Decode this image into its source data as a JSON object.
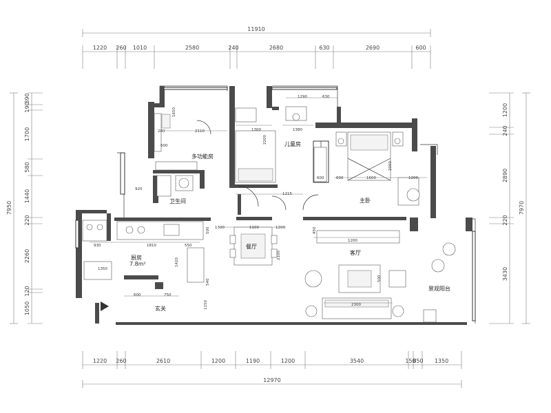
{
  "plan": {
    "top_total": "11910",
    "top_segments": [
      "1220",
      "260",
      "1010",
      "2580",
      "240",
      "2680",
      "630",
      "2690",
      "600"
    ],
    "bottom_total": "12970",
    "bottom_segments": [
      "1220",
      "260",
      "2610",
      "1200",
      "1190",
      "1200",
      "3540",
      "150",
      "850",
      "1350"
    ],
    "left_total": "7950",
    "left_segments": [
      "390",
      "190",
      "1700",
      "580",
      "1440",
      "220",
      "2260",
      "120",
      "1050"
    ],
    "right_total": "7970",
    "right_segments": [
      "1200",
      "240",
      "2890",
      "220",
      "3430"
    ]
  },
  "rooms": {
    "multi": "多功能房",
    "child": "儿童房",
    "master": "主卧",
    "bath": "卫生间",
    "kitchen": "厨房",
    "kitchen_area": "7.8m²",
    "dining": "餐厅",
    "living": "客厅",
    "balcony": "景观阳台",
    "entry": "玄关"
  },
  "inner_dims": {
    "d1290": "1290",
    "d630": "630",
    "d1650": "1650",
    "d1300": "1300",
    "d1380": "1380",
    "d2110": "2110",
    "d280": "280",
    "d600a": "600",
    "d2200": "2200",
    "d600b": "600",
    "d1600": "1600",
    "d1200a": "1200",
    "d600c": "600",
    "d2000": "2000",
    "d1215": "1215",
    "d920": "920",
    "d1810": "1810",
    "d1300b": "1300",
    "d1100": "1100",
    "d1200b": "1200",
    "d450": "450",
    "d1200c": "1200",
    "d500a": "500",
    "d930": "930",
    "d550": "550",
    "d1420": "1420",
    "d1350": "1350",
    "d600d": "600",
    "d750": "750",
    "d540": "540",
    "d1150": "1150",
    "d2100": "2100",
    "d500b": "500",
    "d2300": "2300"
  }
}
